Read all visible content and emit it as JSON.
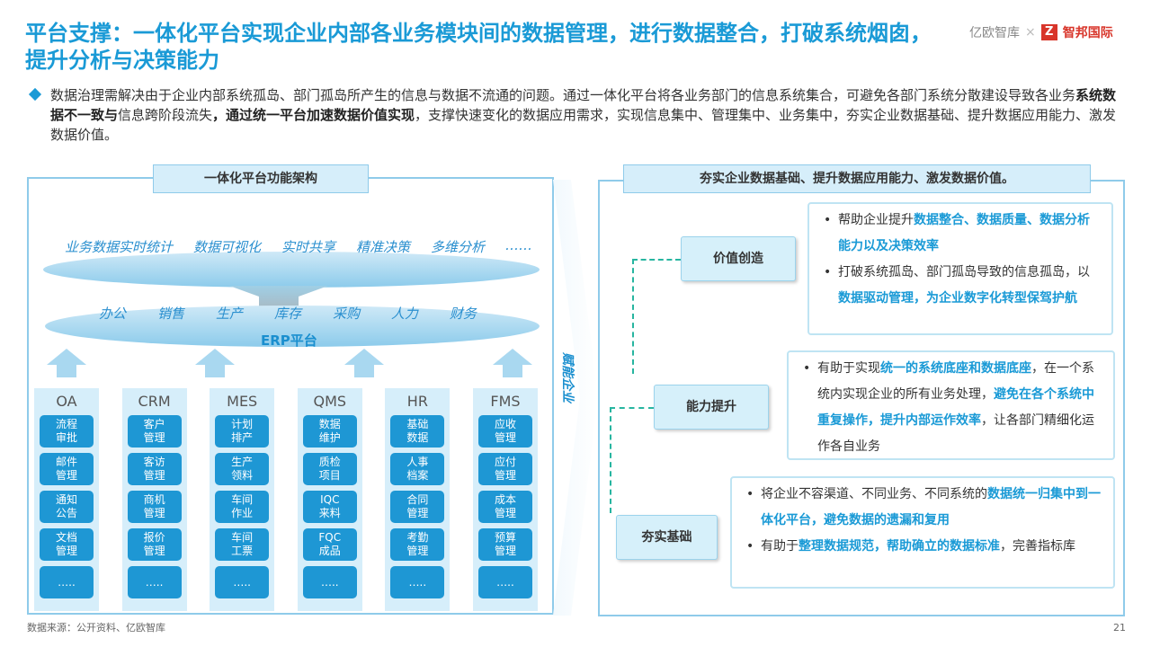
{
  "title": "平台支撑：一体化平台实现企业内部各业务模块间的数据管理，进行数据整合，打破系统烟囱，提升分析与决策能力",
  "logo": {
    "left": "亿欧智库",
    "sep": "×",
    "right": "智邦国际",
    "right_mark": "Z"
  },
  "intro": {
    "p1": "数据治理需解决由于企业内部系统孤岛、部门孤岛所产生的信息与数据不流通的问题。通过一体化平台将各业务部门的信息系统集合，可避免各部门系统分散建设导致各业务",
    "b1": "系统数据不一致与",
    "p2": "信息跨阶段流失",
    "b2": "，通过统一平台加速数据价值实现",
    "p3": "，支撑快速变化的数据应用需求，实现信息集中、管理集中、业务集中，夯实企业数据基础、提升数据应用能力、激发数据价值。"
  },
  "left": {
    "header": "一体化平台功能架构",
    "top_items": [
      "业务数据实时统计",
      "数据可视化",
      "实时共享",
      "精准决策",
      "多维分析",
      "……"
    ],
    "erp_items": [
      "办公",
      "销售",
      "生产",
      "库存",
      "采购",
      "人力",
      "财务"
    ],
    "erp_label": "ERP平台",
    "columns": [
      {
        "name": "OA",
        "cells": [
          "流程\n审批",
          "邮件\n管理",
          "通知\n公告",
          "文档\n管理",
          "….."
        ]
      },
      {
        "name": "CRM",
        "cells": [
          "客户\n管理",
          "客访\n管理",
          "商机\n管理",
          "报价\n管理",
          "….."
        ]
      },
      {
        "name": "MES",
        "cells": [
          "计划\n排产",
          "生产\n领料",
          "车间\n作业",
          "车间\n工票",
          "….."
        ]
      },
      {
        "name": "QMS",
        "cells": [
          "数据\n维护",
          "质检\n项目",
          "IQC\n来料",
          "FQC\n成品",
          "….."
        ]
      },
      {
        "name": "HR",
        "cells": [
          "基础\n数据",
          "人事\n档案",
          "合同\n管理",
          "考勤\n管理",
          "….."
        ]
      },
      {
        "name": "FMS",
        "cells": [
          "应收\n管理",
          "应付\n管理",
          "成本\n管理",
          "预算\n管理",
          "….."
        ]
      }
    ]
  },
  "middle_label": "赋能企业",
  "right": {
    "header": "夯实企业数据基础、提升数据应用能力、激发数据价值。",
    "nodes": [
      "价值创造",
      "能力提升",
      "夯实基础"
    ],
    "box1": {
      "a1": "帮助企业提升",
      "a2": "数据整合、数据质量、数据分析能力以及决策效率",
      "b1": "打破系统孤岛、部门孤岛导致的信息孤岛，以",
      "b2": "数据驱动管理，为企业数字化转型保驾护航"
    },
    "box2": {
      "a1": "有助于实现",
      "a2": "统一的系统底座和数据底座",
      "a3": "，在一个系统内实现企业的所有业务处理，",
      "a4": "避免在各个系统中重复操作，提升内部运作效率",
      "a5": "，让各部门精细化运作各自业务"
    },
    "box3": {
      "a1": "将企业不容渠道、不同业务、不同系统的",
      "a2": "数据统一归集中到一体化平台，避免数据的遗漏和复用",
      "b1": "有助于",
      "b2": "整理数据规范，帮助确立的数据标准",
      "b3": "，完善指标库"
    }
  },
  "footer": {
    "source": "数据来源：公开资料、亿欧智库",
    "page": "21"
  }
}
